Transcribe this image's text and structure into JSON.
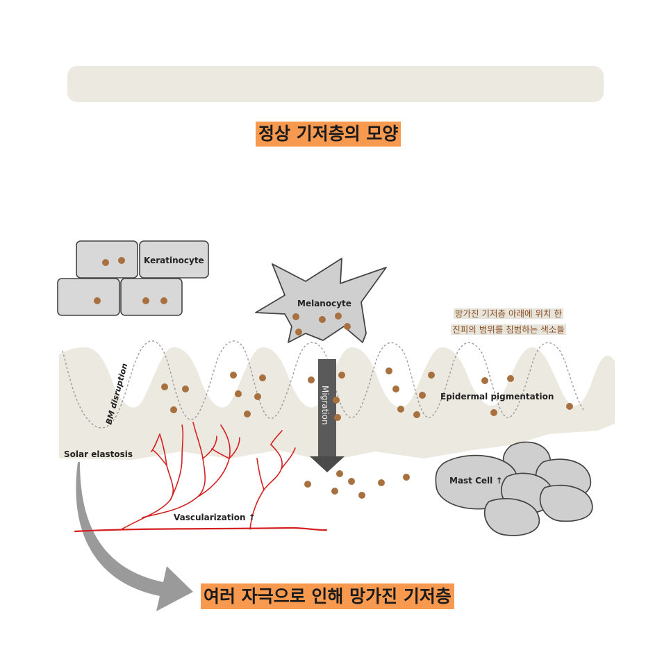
{
  "titles": {
    "normal": "정상 기저층의 모양",
    "damaged": "여러 자극으로 인해 망가진 기저층"
  },
  "callout": {
    "line1": "망가진 기저층 아래에 위치 한",
    "line2": "진피의 범위를 침범하는 색소들"
  },
  "labels": {
    "keratinocyte": "Keratinocyte",
    "melanocyte": "Melanocyte",
    "migration": "Migration",
    "bm_disruption": "BM disruption",
    "epidermal_pigmentation": "Epidermal pigmentation",
    "solar_elastosis": "Solar elastosis",
    "vascularization": "Vascularization ↑",
    "mast_cell": "Mast Cell ↑"
  },
  "colors": {
    "highlight": "#f79a50",
    "layer": "#ece9e0",
    "cell_fill": "#d8d8d8",
    "pigment": "#a8703f",
    "vessel": "#d42020",
    "arrow": "#9a9a9a"
  }
}
